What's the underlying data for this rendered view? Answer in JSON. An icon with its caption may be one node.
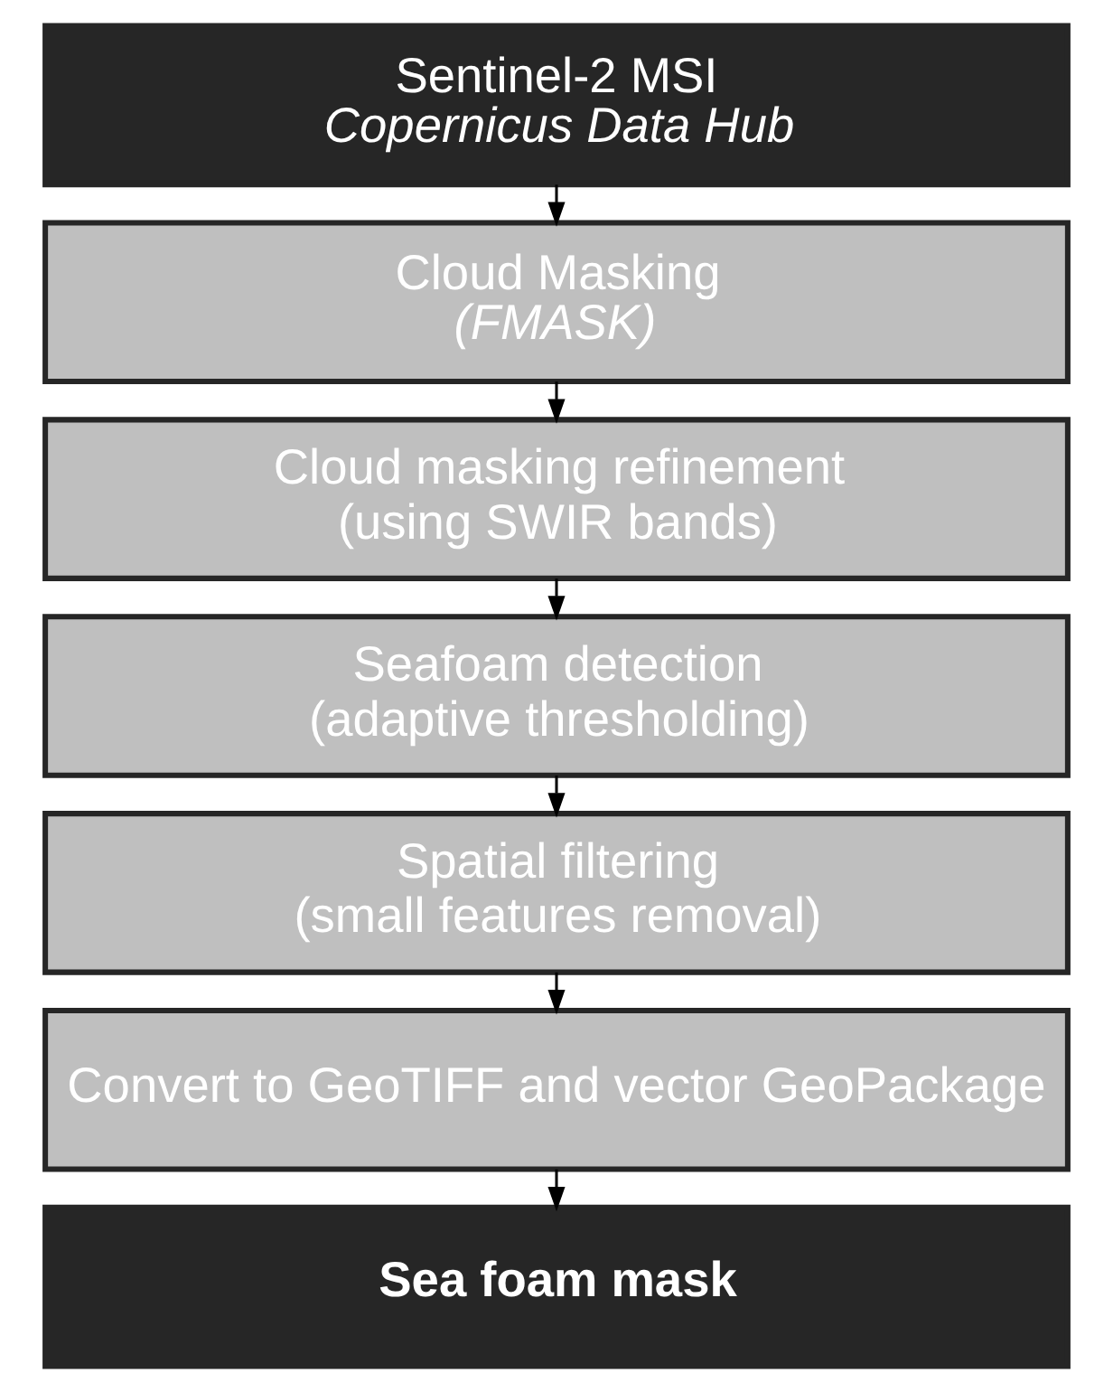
{
  "diagram": {
    "nodes": [
      {
        "text": [
          "Sentinel-2 MSI",
          "Copernicus Data Hub"
        ]
      },
      {
        "text": [
          "Cloud Masking",
          "(FMASK)"
        ]
      },
      {
        "text": [
          "Cloud masking refinement",
          "(using SWIR bands)"
        ]
      },
      {
        "text": [
          "Seafoam detection",
          "(adaptive thresholding)"
        ]
      },
      {
        "text": [
          "Spatial filtering",
          "(small features removal)"
        ]
      },
      {
        "text": [
          "Convert to GeoTIFF and vector GeoPackage"
        ]
      },
      {
        "text": [
          "Sea foam mask"
        ]
      }
    ],
    "edges": [
      {
        "from": 0,
        "to": 1,
        "arrow": "to"
      },
      {
        "from": 1,
        "to": 2,
        "arrow": "to"
      },
      {
        "from": 2,
        "to": 3,
        "arrow": "to"
      },
      {
        "from": 3,
        "to": 4,
        "arrow": "to"
      },
      {
        "from": 4,
        "to": 5,
        "arrow": "to"
      },
      {
        "from": 5,
        "to": 6,
        "arrow": "to"
      }
    ]
  }
}
